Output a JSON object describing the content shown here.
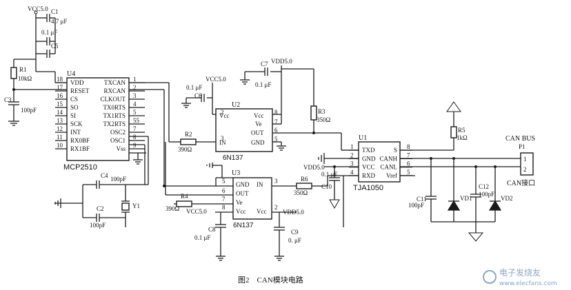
{
  "caption": "图2　CAN模块电路",
  "u4": {
    "ref": "U4",
    "name": "MCP2510",
    "left_pins": [
      {
        "num": "18",
        "name": "VDD"
      },
      {
        "num": "17",
        "name": "RESET"
      },
      {
        "num": "16",
        "name": "CS"
      },
      {
        "num": "15",
        "name": "SO"
      },
      {
        "num": "14",
        "name": "SI"
      },
      {
        "num": "13",
        "name": "SCK"
      },
      {
        "num": "12",
        "name": "INT"
      },
      {
        "num": "11",
        "name": "RX0BF"
      },
      {
        "num": "10",
        "name": "RX1BF"
      }
    ],
    "right_pins": [
      {
        "num": "1",
        "name": "TXCAN"
      },
      {
        "num": "2",
        "name": "RXCAN"
      },
      {
        "num": "3",
        "name": "CLKOUT"
      },
      {
        "num": "4",
        "name": "TX0RTS"
      },
      {
        "num": "5",
        "name": "TX1RTS"
      },
      {
        "num": "55",
        "name": "TX2RTS"
      },
      {
        "num": "7",
        "name": "OSC2"
      },
      {
        "num": "8",
        "name": "OSC1"
      },
      {
        "num": "9",
        "name": "Vss"
      }
    ]
  },
  "u2": {
    "ref": "U2",
    "name": "6N137",
    "pins": [
      {
        "num": "2",
        "name": "Vcc"
      },
      {
        "num": "3",
        "name": "IN"
      },
      {
        "num": "8",
        "name": "Vcc"
      },
      {
        "num": "7",
        "name": "Ve"
      },
      {
        "num": "6",
        "name": "OUT"
      },
      {
        "num": "5",
        "name": "GND"
      }
    ]
  },
  "u3": {
    "ref": "U3",
    "name": "6N137",
    "pins": [
      {
        "num": "5",
        "name": "GND"
      },
      {
        "num": "6",
        "name": "OUT"
      },
      {
        "num": "7",
        "name": "Ve"
      },
      {
        "num": "8",
        "name": "Vcc"
      },
      {
        "num": "3",
        "name": "IN"
      },
      {
        "num": "2",
        "name": "Vcc"
      }
    ]
  },
  "u1": {
    "ref": "U1",
    "name": "TJA1050",
    "left_pins": [
      {
        "num": "1",
        "name": "TXD"
      },
      {
        "num": "2",
        "name": "GND"
      },
      {
        "num": "3",
        "name": "VCC"
      },
      {
        "num": "4",
        "name": "RXD"
      }
    ],
    "right_pins": [
      {
        "num": "8",
        "name": "S"
      },
      {
        "num": "7",
        "name": "CANH"
      },
      {
        "num": "6",
        "name": "CANL"
      },
      {
        "num": "5",
        "name": "Vref"
      }
    ]
  },
  "p1": {
    "ref": "P1",
    "title": "CAN BUS",
    "pins": [
      "1",
      "2"
    ],
    "label": "CAN接口"
  },
  "parts": {
    "c1_ref": "C1",
    "c1_val": "4.7 μF",
    "c_mid_val": "0.1 μF",
    "c5_ref": "C5",
    "r1_ref": "R1",
    "r1_val": "10kΩ",
    "c3_ref": "C3",
    "c3_val": "100pF",
    "c4_ref": "C4",
    "c4_val": "100pF",
    "c2_ref": "C2",
    "c2_val": "100pF",
    "y1_ref": "Y1",
    "c7_ref": "C7",
    "c7_val": "0.1 μF",
    "c6_ref": "C6",
    "c6_val": "0.1 μF",
    "r2_ref": "R2",
    "r2_val": "390Ω",
    "r3_ref": "R3",
    "r3_val": "350Ω",
    "r4_ref": "R4",
    "r4_val": "390Ω",
    "r6_ref": "R6",
    "r6_val": "350Ω",
    "c8_ref": "C8",
    "c8_val": "0.1 μF",
    "c9_ref": "C9",
    "c9_val": "0.  μF",
    "c10_ref": "C10",
    "c10_val": "0.1 μF",
    "r5_ref": "R5",
    "r5_val": "1kΩ",
    "c11_ref": "C11",
    "c11_val": "100pF",
    "c12_ref": "C12",
    "c12_val": "100pF",
    "vd1_ref": "VD1",
    "vd2_ref": "VD2"
  },
  "nets": {
    "vcc5_a": "VCC5.0",
    "vcc5_b": "VCC5.0",
    "vdd5_a": "VDD5.0",
    "vcc5_c": "VCC5.0",
    "vdd5_b": "VDD5.0",
    "vdd5_c": "VDD5.0"
  },
  "watermark": {
    "brand": "电子发烧友",
    "url": "www.elecfans.com"
  }
}
